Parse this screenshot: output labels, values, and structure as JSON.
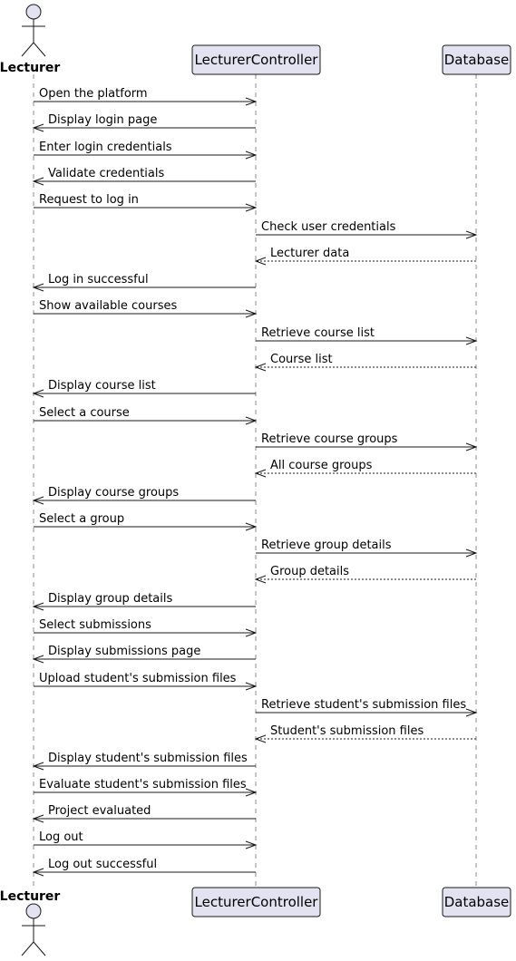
{
  "diagram": {
    "type": "sequence",
    "participants": [
      {
        "id": "lecturer",
        "label": "Lecturer",
        "kind": "actor"
      },
      {
        "id": "controller",
        "label": "LecturerController",
        "kind": "participant"
      },
      {
        "id": "database",
        "label": "Database",
        "kind": "participant"
      }
    ],
    "colors": {
      "participant_fill": "#e2e2f0",
      "participant_border": "#181818",
      "lifeline": "#181818",
      "arrow": "#181818"
    },
    "messages": [
      {
        "from": "lecturer",
        "to": "controller",
        "text": "Open the platform",
        "style": "solid"
      },
      {
        "from": "controller",
        "to": "lecturer",
        "text": "Display login page",
        "style": "solid"
      },
      {
        "from": "lecturer",
        "to": "controller",
        "text": "Enter login credentials",
        "style": "solid"
      },
      {
        "from": "controller",
        "to": "lecturer",
        "text": "Validate credentials",
        "style": "solid"
      },
      {
        "from": "lecturer",
        "to": "controller",
        "text": "Request to log in",
        "style": "solid"
      },
      {
        "from": "controller",
        "to": "database",
        "text": "Check user credentials",
        "style": "solid"
      },
      {
        "from": "database",
        "to": "controller",
        "text": "Lecturer data",
        "style": "dashed"
      },
      {
        "from": "controller",
        "to": "lecturer",
        "text": "Log in successful",
        "style": "solid"
      },
      {
        "from": "lecturer",
        "to": "controller",
        "text": "Show available courses",
        "style": "solid"
      },
      {
        "from": "controller",
        "to": "database",
        "text": "Retrieve course list",
        "style": "solid"
      },
      {
        "from": "database",
        "to": "controller",
        "text": "Course list",
        "style": "dashed"
      },
      {
        "from": "controller",
        "to": "lecturer",
        "text": "Display course list",
        "style": "solid"
      },
      {
        "from": "lecturer",
        "to": "controller",
        "text": "Select a course",
        "style": "solid"
      },
      {
        "from": "controller",
        "to": "database",
        "text": "Retrieve course groups",
        "style": "solid"
      },
      {
        "from": "database",
        "to": "controller",
        "text": "All course groups",
        "style": "dashed"
      },
      {
        "from": "controller",
        "to": "lecturer",
        "text": "Display course groups",
        "style": "solid"
      },
      {
        "from": "lecturer",
        "to": "controller",
        "text": "Select a group",
        "style": "solid"
      },
      {
        "from": "controller",
        "to": "database",
        "text": "Retrieve group details",
        "style": "solid"
      },
      {
        "from": "database",
        "to": "controller",
        "text": "Group details",
        "style": "dashed"
      },
      {
        "from": "controller",
        "to": "lecturer",
        "text": "Display group details",
        "style": "solid"
      },
      {
        "from": "lecturer",
        "to": "controller",
        "text": "Select submissions",
        "style": "solid"
      },
      {
        "from": "controller",
        "to": "lecturer",
        "text": "Display submissions page",
        "style": "solid"
      },
      {
        "from": "lecturer",
        "to": "controller",
        "text": "Upload student's submission files",
        "style": "solid"
      },
      {
        "from": "controller",
        "to": "database",
        "text": "Retrieve student's submission files",
        "style": "solid"
      },
      {
        "from": "database",
        "to": "controller",
        "text": "Student's submission files",
        "style": "dashed"
      },
      {
        "from": "controller",
        "to": "lecturer",
        "text": "Display student's submission files",
        "style": "solid"
      },
      {
        "from": "lecturer",
        "to": "controller",
        "text": "Evaluate student's submission files",
        "style": "solid"
      },
      {
        "from": "controller",
        "to": "lecturer",
        "text": "Project evaluated",
        "style": "solid"
      },
      {
        "from": "lecturer",
        "to": "controller",
        "text": "Log out",
        "style": "solid"
      },
      {
        "from": "controller",
        "to": "lecturer",
        "text": "Log out successful",
        "style": "solid"
      }
    ]
  }
}
